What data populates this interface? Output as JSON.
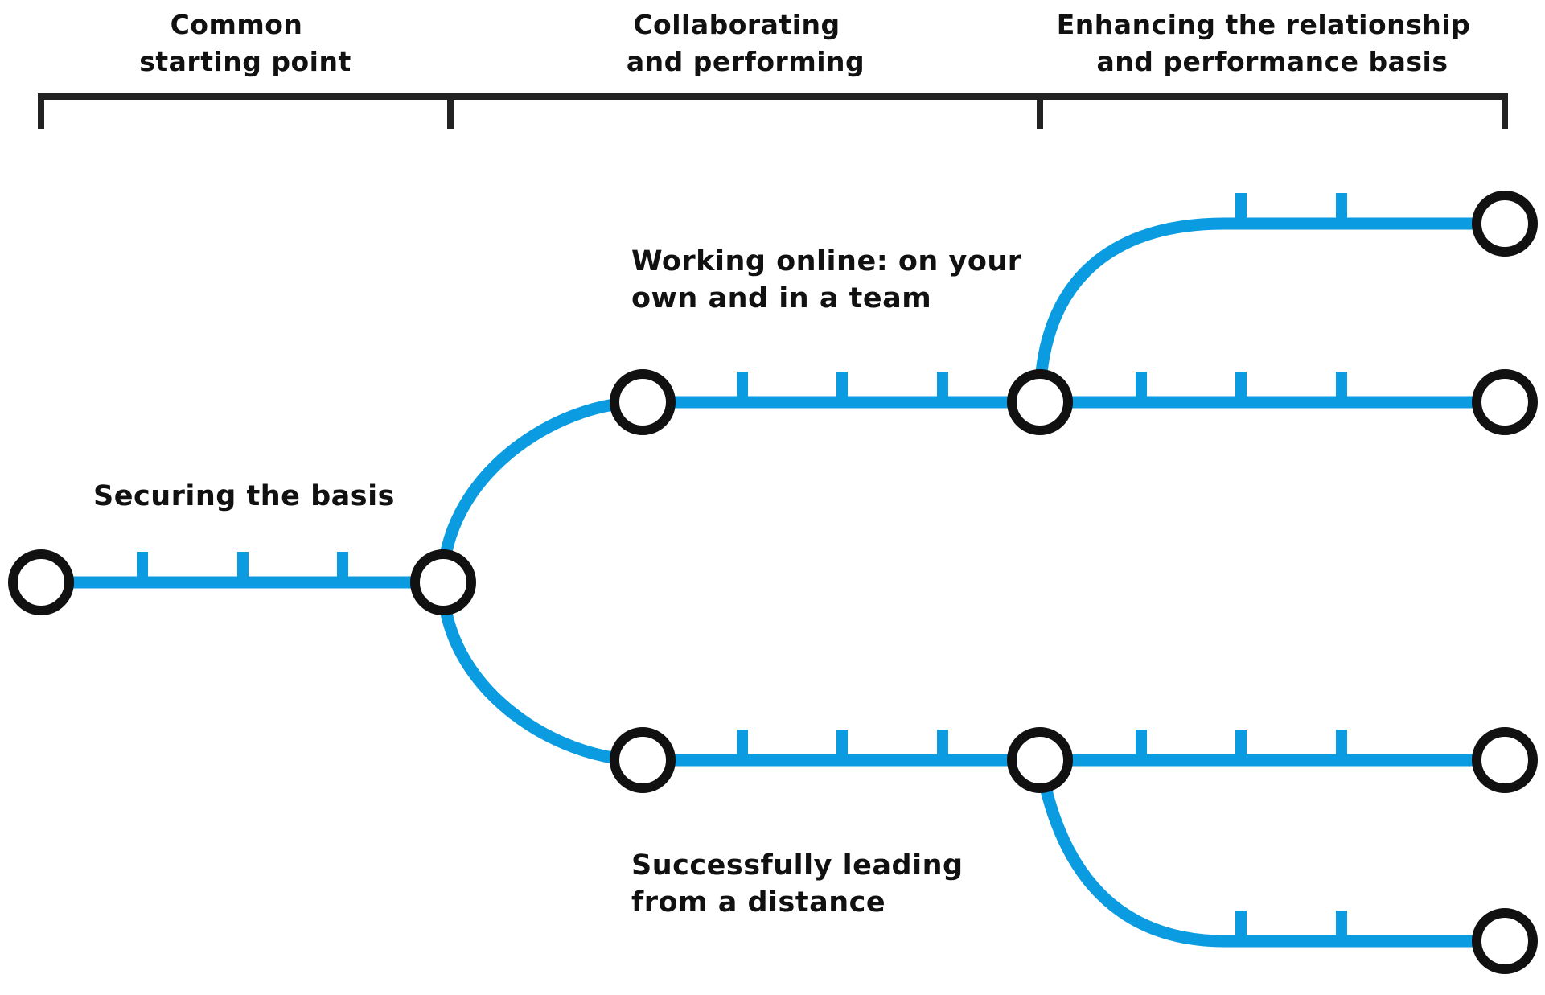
{
  "phases": [
    {
      "id": "start",
      "lines": [
        "Common",
        "starting point"
      ]
    },
    {
      "id": "collab",
      "lines": [
        "Collaborating",
        "and performing"
      ]
    },
    {
      "id": "enhance",
      "lines": [
        "Enhancing the relationship",
        "and performance basis"
      ]
    }
  ],
  "paths": {
    "basis": {
      "lines": [
        "Securing the basis"
      ]
    },
    "online": {
      "lines": [
        "Working online: on your",
        "own and in a team"
      ]
    },
    "lead": {
      "lines": [
        "Successfully leading",
        "from a distance"
      ]
    }
  },
  "colors": {
    "track": "#0a9be0",
    "station_stroke": "#111111",
    "station_fill": "#ffffff",
    "bracket": "#222222",
    "text": "#111111"
  }
}
